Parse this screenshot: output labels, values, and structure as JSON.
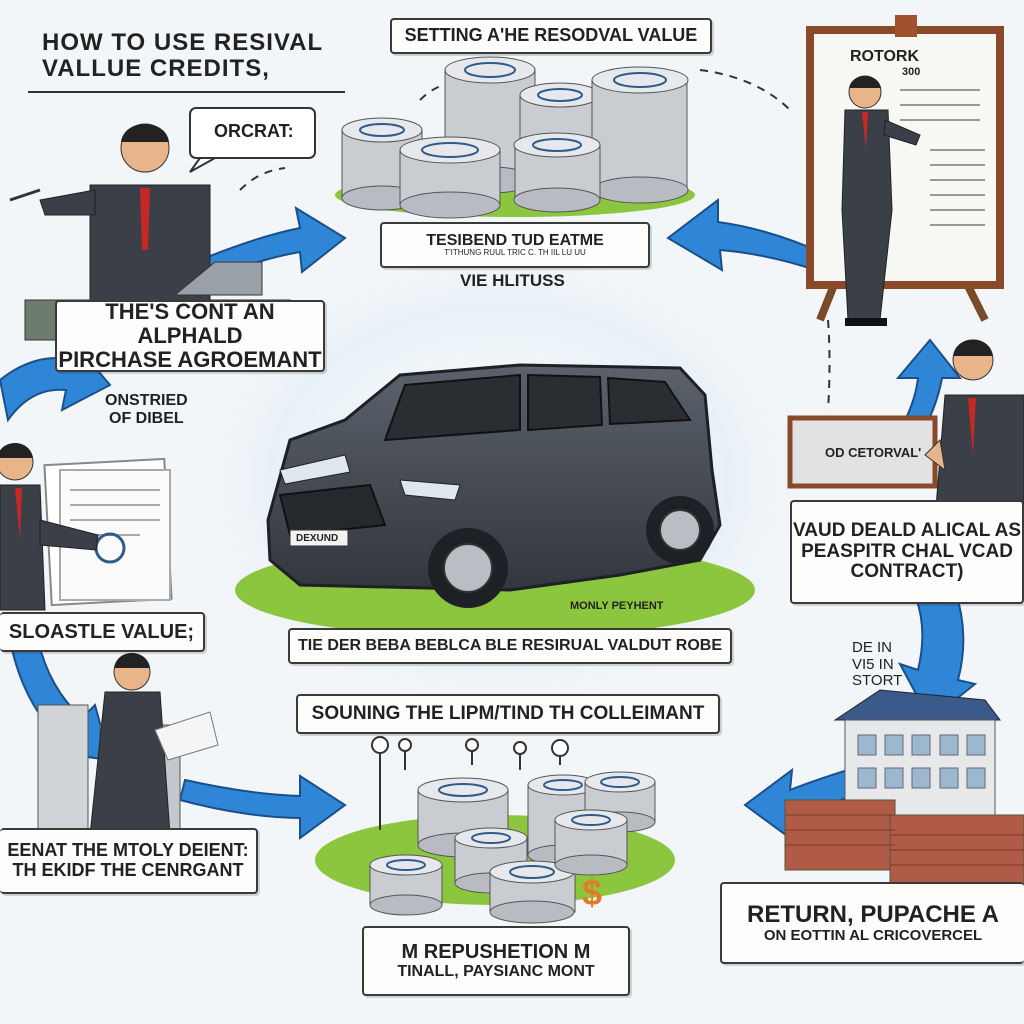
{
  "title": {
    "line1": "HOW TO USE RESIVAL",
    "line2": "VALLUE CREDITS,"
  },
  "steps": {
    "setting": "SETTING A'HE RESODVAL VALUE",
    "tesibend_line1": "TESIBEND TUD EATME",
    "tesibend_line2": "T'ITHUNG RUUL TRIC C. TH IIL LU UU",
    "hiltuss": "VIE HLITUSS",
    "purchase_line1": "THE'S CONT AN ALPHALD",
    "purchase_line2": "PIRCHASE AGROEMANT",
    "onstried_line1": "ONSTRIED",
    "onstried_line2": "OF DIBEL",
    "orcrat": "ORCRAT:",
    "rotork": "ROTORK",
    "rotork_num": "300",
    "od_cetorval": "OD CETORVAL'",
    "vaud_line1": "VAUD DEALD ALICAL AS",
    "vaud_line2": "PEASPITR CHAL VCAD",
    "vaud_line3": "CONTRACT)",
    "sloastle": "SLOASTLE VALUE;",
    "car_plate": "DEXUND",
    "monthly": "MONLY PEYHENT",
    "residual_caption": "TIE DER BEBA BEBLCA BLE  RESIRUAL VALDUT ROBE",
    "souning": "SOUNING THE LIPM/TIND TH COLLEIMANT",
    "de_in_line1": "DE IN",
    "de_in_line2": "VI5 IN",
    "de_in_line3": "STORT",
    "eenat_line1": "EENAT THE MTOLY DEIENT:",
    "eenat_line2": "TH EKIDF THE CENRGANT",
    "repush_line1": "M REPUSHETION M",
    "repush_line2": "TINALL, PAYSIANC MONT",
    "return_line1": "RETURN,   PUPACHE A",
    "return_line2": "ON EOTTIN AL CRICOVERCEL"
  },
  "colors": {
    "arrow": "#2f86d6",
    "suit": "#3b3f47",
    "tie": "#c62828",
    "car": "#4a5058",
    "coin": "#c9ccd1",
    "grass": "#8cc63f"
  }
}
